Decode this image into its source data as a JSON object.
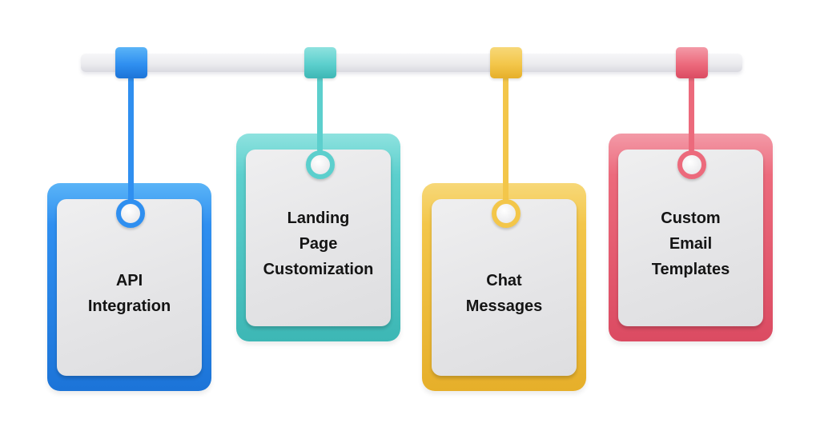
{
  "diagram": {
    "type": "hanging-tags",
    "rod": {
      "color": "#ececef"
    },
    "tags": [
      {
        "id": "api",
        "lines": [
          "API",
          "Integration"
        ],
        "color": "#2f8ff0",
        "color_light": "#5ab4f7",
        "color_dark": "#1c74d8"
      },
      {
        "id": "landing",
        "lines": [
          "Landing",
          "Page",
          "Customization"
        ],
        "color": "#5ccfcd",
        "color_light": "#8ee2df",
        "color_dark": "#3db7b5"
      },
      {
        "id": "chat",
        "lines": [
          "Chat",
          "Messages"
        ],
        "color": "#f3c64a",
        "color_light": "#f7d878",
        "color_dark": "#e6af2a"
      },
      {
        "id": "email",
        "lines": [
          "Custom",
          "Email",
          "Templates"
        ],
        "color": "#ec6a7c",
        "color_light": "#f39aa7",
        "color_dark": "#db4b62"
      }
    ]
  }
}
